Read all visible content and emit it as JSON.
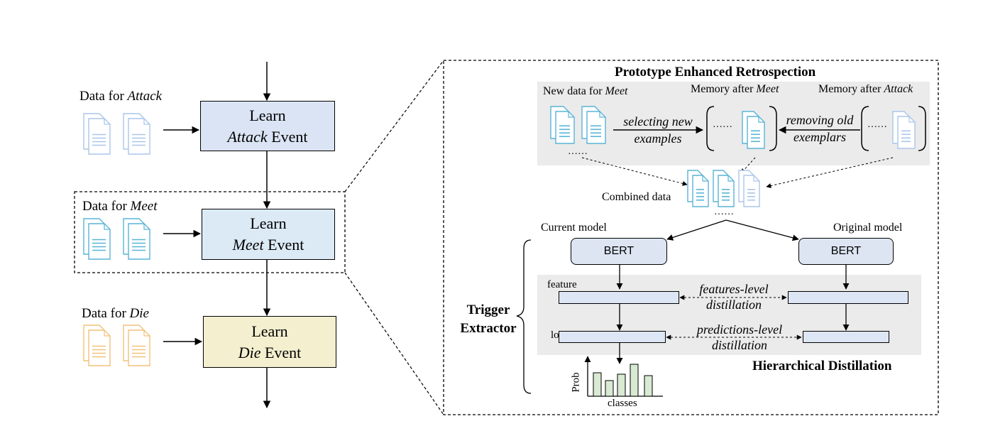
{
  "left": {
    "stages": [
      {
        "data_prefix": "Data for ",
        "data_event": "Attack",
        "learn": "Learn",
        "event": "Attack",
        "suffix": " Event",
        "fill": "#dbe4f4",
        "doc_color": "#aac6ea"
      },
      {
        "data_prefix": "Data for ",
        "data_event": "Meet",
        "learn": "Learn",
        "event": "Meet",
        "suffix": " Event",
        "fill": "#dceaf6",
        "doc_color": "#5ab4d6"
      },
      {
        "data_prefix": "Data for ",
        "data_event": "Die",
        "learn": "Learn",
        "event": "Die",
        "suffix": " Event",
        "fill": "#f3efcf",
        "doc_color": "#f2c27a"
      }
    ]
  },
  "right": {
    "retrospection": {
      "title": "Prototype Enhanced Retrospection",
      "new_data_prefix": "New data for ",
      "new_data_event": "Meet",
      "memory_meet_prefix": "Memory after ",
      "memory_meet_event": "Meet",
      "memory_attack_prefix": "Memory after ",
      "memory_attack_event": "Attack",
      "selecting_line1": "selecting new",
      "selecting_line2": "examples",
      "removing_line1": "removing old",
      "removing_line2": "exemplars",
      "ellipsis": "……",
      "combined": "Combined data"
    },
    "distillation": {
      "current_model": "Current model",
      "original_model": "Original model",
      "bert": "BERT",
      "feature": "feature",
      "logit": "logit",
      "features_line1": "features-level",
      "features_line2": "distillation",
      "predictions_line1": "predictions-level",
      "predictions_line2": "distillation",
      "title": "Hierarchical Distillation",
      "trigger_line1": "Trigger",
      "trigger_line2": "Extractor",
      "prob": "Prob",
      "classes": "classes"
    }
  },
  "colors": {
    "panel_gray": "#ebebeb",
    "doc_blue": "#5ab4d6",
    "doc_light": "#aac6ea",
    "bar_fill": "#dce6f4",
    "hist_fill": "#d9ead3"
  }
}
